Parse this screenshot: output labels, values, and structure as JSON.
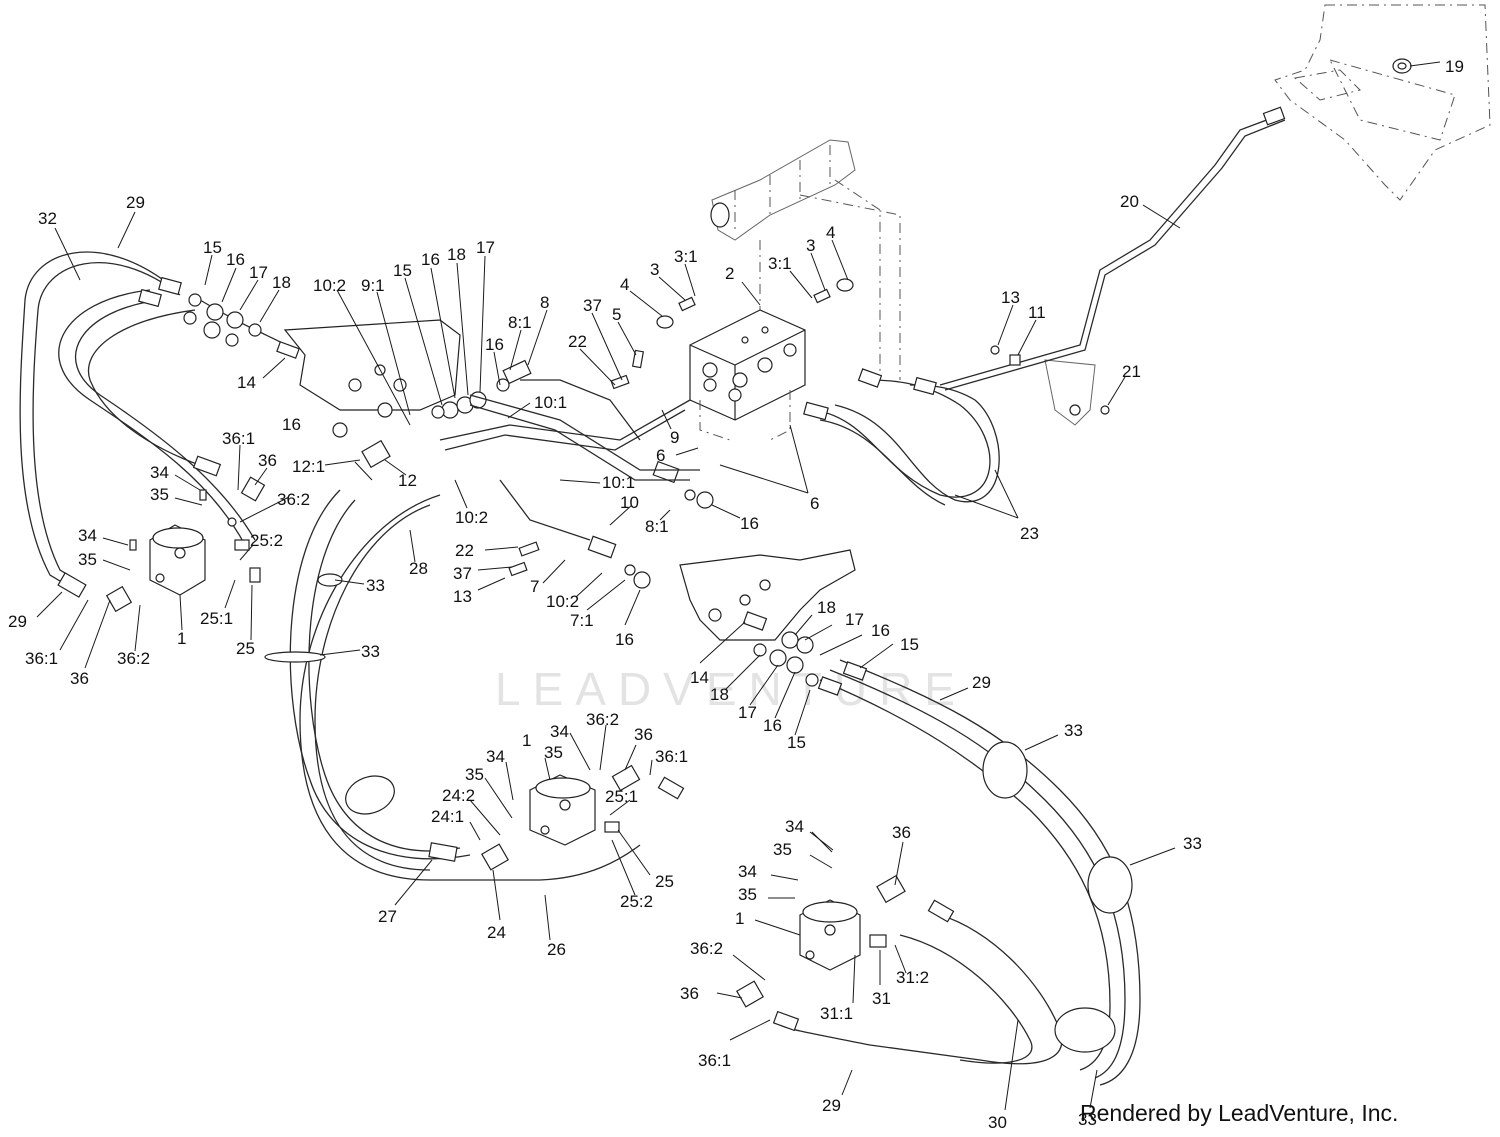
{
  "watermark": "LEADVENTURE",
  "footer": "Rendered by LeadVenture, Inc.",
  "callouts": [
    {
      "id": "c29a",
      "text": "29"
    },
    {
      "id": "c32",
      "text": "32"
    },
    {
      "id": "c15a",
      "text": "15"
    },
    {
      "id": "c16a",
      "text": "16"
    },
    {
      "id": "c17a",
      "text": "17"
    },
    {
      "id": "c18a",
      "text": "18"
    },
    {
      "id": "c14a",
      "text": "14"
    },
    {
      "id": "c10_2a",
      "text": "10:2"
    },
    {
      "id": "c9_1",
      "text": "9:1"
    },
    {
      "id": "c15b",
      "text": "15"
    },
    {
      "id": "c16b",
      "text": "16"
    },
    {
      "id": "c18b",
      "text": "18"
    },
    {
      "id": "c17b",
      "text": "17"
    },
    {
      "id": "c8",
      "text": "8"
    },
    {
      "id": "c8_1a",
      "text": "8:1"
    },
    {
      "id": "c16c",
      "text": "16"
    },
    {
      "id": "c37a",
      "text": "37"
    },
    {
      "id": "c5",
      "text": "5"
    },
    {
      "id": "c22a",
      "text": "22"
    },
    {
      "id": "c4a",
      "text": "4"
    },
    {
      "id": "c3a",
      "text": "3"
    },
    {
      "id": "c3_1a",
      "text": "3:1"
    },
    {
      "id": "c2",
      "text": "2"
    },
    {
      "id": "c3_1b",
      "text": "3:1"
    },
    {
      "id": "c3b",
      "text": "3"
    },
    {
      "id": "c4b",
      "text": "4"
    },
    {
      "id": "c10_1a",
      "text": "10:1"
    },
    {
      "id": "c16d",
      "text": "16"
    },
    {
      "id": "c9",
      "text": "9"
    },
    {
      "id": "c6a",
      "text": "6"
    },
    {
      "id": "c36_1a",
      "text": "36:1"
    },
    {
      "id": "c36a",
      "text": "36"
    },
    {
      "id": "c34a",
      "text": "34"
    },
    {
      "id": "c35a",
      "text": "35"
    },
    {
      "id": "c36_2a",
      "text": "36:2"
    },
    {
      "id": "c12_1",
      "text": "12:1"
    },
    {
      "id": "c12",
      "text": "12"
    },
    {
      "id": "c10_2b",
      "text": "10:2"
    },
    {
      "id": "c10_1b",
      "text": "10:1"
    },
    {
      "id": "c10",
      "text": "10"
    },
    {
      "id": "c8_1b",
      "text": "8:1"
    },
    {
      "id": "c16e",
      "text": "16"
    },
    {
      "id": "c6b",
      "text": "6"
    },
    {
      "id": "c19",
      "text": "19"
    },
    {
      "id": "c20",
      "text": "20"
    },
    {
      "id": "c13a",
      "text": "13"
    },
    {
      "id": "c11",
      "text": "11"
    },
    {
      "id": "c21",
      "text": "21"
    },
    {
      "id": "c23",
      "text": "23"
    },
    {
      "id": "c34b",
      "text": "34"
    },
    {
      "id": "c35b",
      "text": "35"
    },
    {
      "id": "c25_2a",
      "text": "25:2"
    },
    {
      "id": "c29b",
      "text": "29"
    },
    {
      "id": "c36_1b",
      "text": "36:1"
    },
    {
      "id": "c36b",
      "text": "36"
    },
    {
      "id": "c36_2b",
      "text": "36:2"
    },
    {
      "id": "c1a",
      "text": "1"
    },
    {
      "id": "c25_1a",
      "text": "25:1"
    },
    {
      "id": "c25a",
      "text": "25"
    },
    {
      "id": "c28",
      "text": "28"
    },
    {
      "id": "c33a",
      "text": "33"
    },
    {
      "id": "c33b",
      "text": "33"
    },
    {
      "id": "c22b",
      "text": "22"
    },
    {
      "id": "c37b",
      "text": "37"
    },
    {
      "id": "c13b",
      "text": "13"
    },
    {
      "id": "c7",
      "text": "7"
    },
    {
      "id": "c10_2c",
      "text": "10:2"
    },
    {
      "id": "c7_1",
      "text": "7:1"
    },
    {
      "id": "c16f",
      "text": "16"
    },
    {
      "id": "c18c",
      "text": "18"
    },
    {
      "id": "c17c",
      "text": "17"
    },
    {
      "id": "c16g",
      "text": "16"
    },
    {
      "id": "c15c",
      "text": "15"
    },
    {
      "id": "c14b",
      "text": "14"
    },
    {
      "id": "c18d",
      "text": "18"
    },
    {
      "id": "c17d",
      "text": "17"
    },
    {
      "id": "c16h",
      "text": "16"
    },
    {
      "id": "c15d",
      "text": "15"
    },
    {
      "id": "c29c",
      "text": "29"
    },
    {
      "id": "c33c",
      "text": "33"
    },
    {
      "id": "c33d",
      "text": "33"
    },
    {
      "id": "c34c",
      "text": "34"
    },
    {
      "id": "c36_2c",
      "text": "36:2"
    },
    {
      "id": "c36c",
      "text": "36"
    },
    {
      "id": "c35c",
      "text": "35"
    },
    {
      "id": "c34d",
      "text": "34"
    },
    {
      "id": "c1b",
      "text": "1"
    },
    {
      "id": "c36_1c",
      "text": "36:1"
    },
    {
      "id": "c35d",
      "text": "35"
    },
    {
      "id": "c24_2",
      "text": "24:2"
    },
    {
      "id": "c25_1b",
      "text": "25:1"
    },
    {
      "id": "c24_1",
      "text": "24:1"
    },
    {
      "id": "c25b",
      "text": "25"
    },
    {
      "id": "c25_2b",
      "text": "25:2"
    },
    {
      "id": "c27",
      "text": "27"
    },
    {
      "id": "c24",
      "text": "24"
    },
    {
      "id": "c26",
      "text": "26"
    },
    {
      "id": "c34e",
      "text": "34"
    },
    {
      "id": "c35e",
      "text": "35"
    },
    {
      "id": "c36d",
      "text": "36"
    },
    {
      "id": "c34f",
      "text": "34"
    },
    {
      "id": "c35f",
      "text": "35"
    },
    {
      "id": "c1c",
      "text": "1"
    },
    {
      "id": "c36_2d",
      "text": "36:2"
    },
    {
      "id": "c36e",
      "text": "36"
    },
    {
      "id": "c31_1",
      "text": "31:1"
    },
    {
      "id": "c31",
      "text": "31"
    },
    {
      "id": "c31_2",
      "text": "31:2"
    },
    {
      "id": "c36_1d",
      "text": "36:1"
    },
    {
      "id": "c29d",
      "text": "29"
    },
    {
      "id": "c30",
      "text": "30"
    },
    {
      "id": "c33e",
      "text": "33"
    }
  ]
}
